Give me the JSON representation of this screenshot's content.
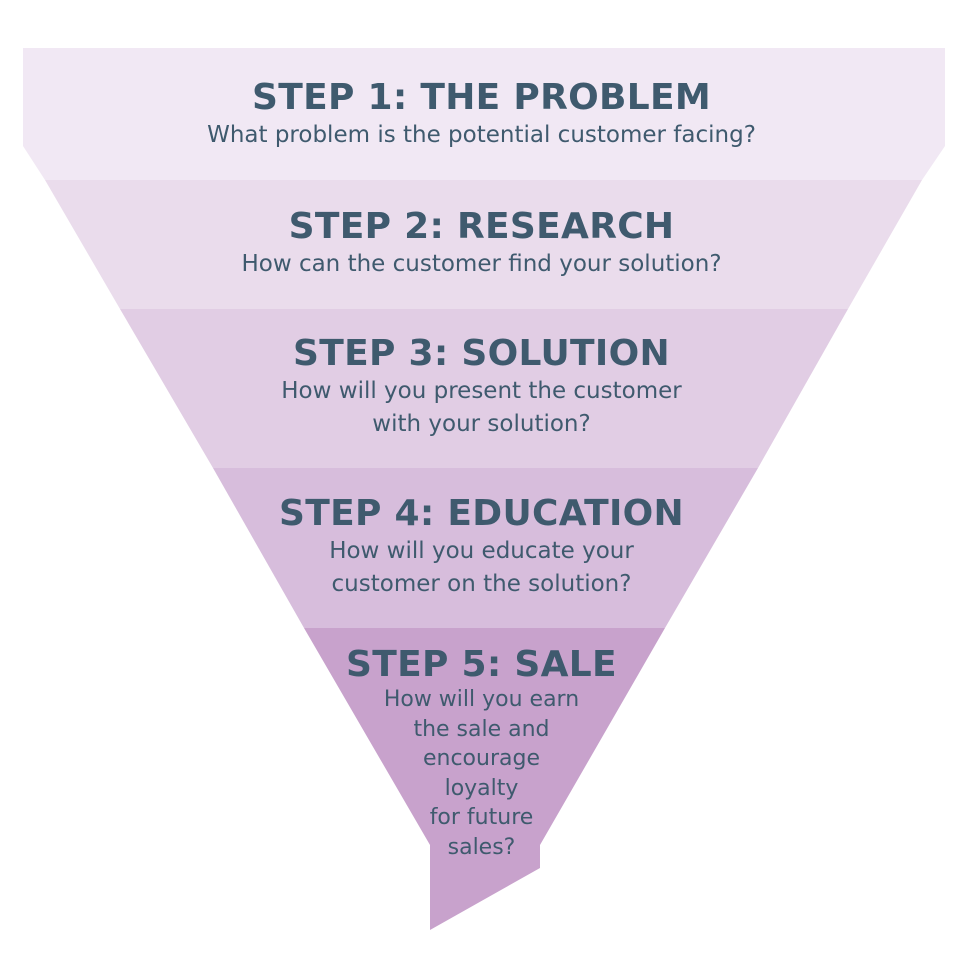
{
  "colors": {
    "step1": "#f1e8f4",
    "step2": "#eadcec",
    "step3": "#e1cde4",
    "step4": "#d7bddc",
    "step5": "#c8a2cc",
    "text": "#3f5a6e"
  },
  "steps": [
    {
      "title": "STEP 1: THE PROBLEM",
      "desc": [
        "What problem is the potential customer facing?"
      ]
    },
    {
      "title": "STEP 2: RESEARCH",
      "desc": [
        "How can the customer find your solution?"
      ]
    },
    {
      "title": "STEP 3: SOLUTION",
      "desc": [
        "How will you present the customer",
        "with your solution?"
      ]
    },
    {
      "title": "STEP 4: EDUCATION",
      "desc": [
        "How will you educate your",
        "customer on the solution?"
      ]
    },
    {
      "title": "STEP 5: SALE",
      "desc": [
        "How will you earn",
        "the sale and",
        "encourage",
        "loyalty",
        "for future",
        "sales?"
      ]
    }
  ]
}
